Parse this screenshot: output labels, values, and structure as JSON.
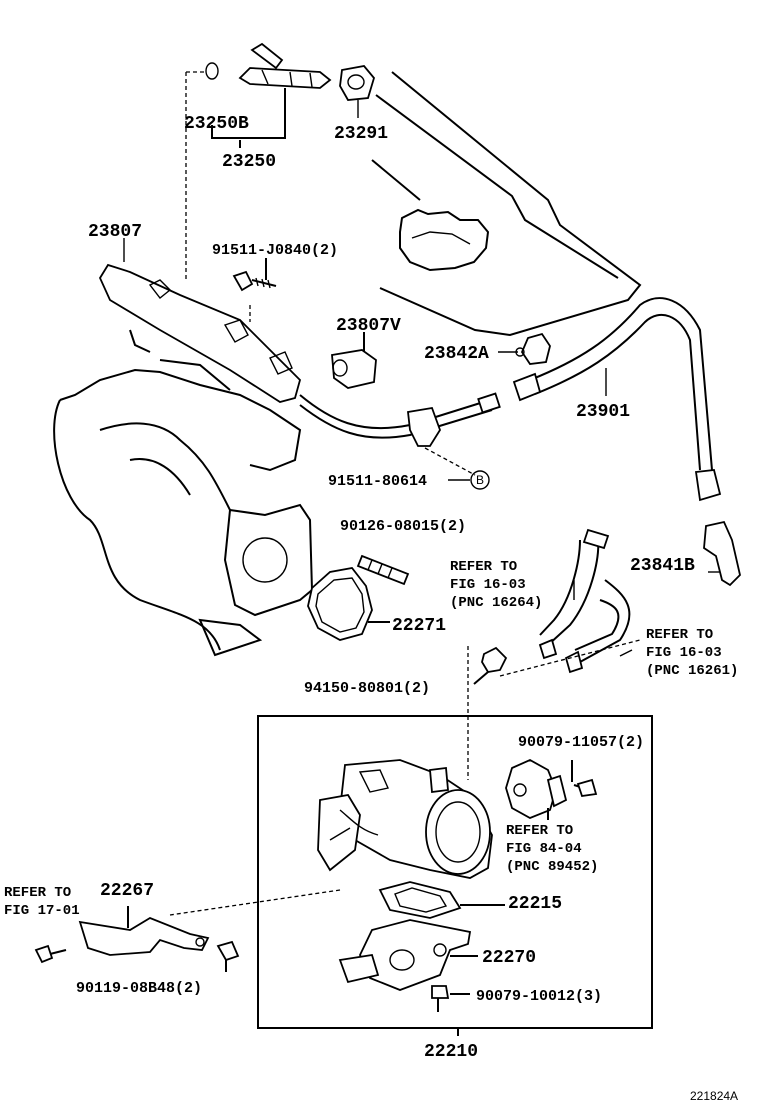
{
  "diagram_id": "221824A",
  "circle_marker": "B",
  "parts": {
    "p23250B": "23250B",
    "p23250": "23250",
    "p23291": "23291",
    "p23807": "23807",
    "p91511_J0840": "91511-J0840(2)",
    "p23807V": "23807V",
    "p23842A": "23842A",
    "p23901": "23901",
    "p91511_80614": "91511-80614",
    "p90126_08015": "90126-08015(2)",
    "p23841B": "23841B",
    "p22271": "22271",
    "p94150_80801": "94150-80801(2)",
    "p90079_11057": "90079-11057(2)",
    "p22267": "22267",
    "p22215": "22215",
    "p22270": "22270",
    "p90119_08B48": "90119-08B48(2)",
    "p90079_10012": "90079-10012(3)",
    "p22210": "22210"
  },
  "references": {
    "ref_16_03_a": [
      "REFER TO",
      "FIG 16-03",
      "(PNC 16264)"
    ],
    "ref_16_03_b": [
      "REFER TO",
      "FIG 16-03",
      "(PNC 16261)"
    ],
    "ref_84_04": [
      "REFER TO",
      "FIG 84-04",
      "(PNC 89452)"
    ],
    "ref_17_01": [
      "REFER TO",
      "FIG 17-01"
    ]
  }
}
